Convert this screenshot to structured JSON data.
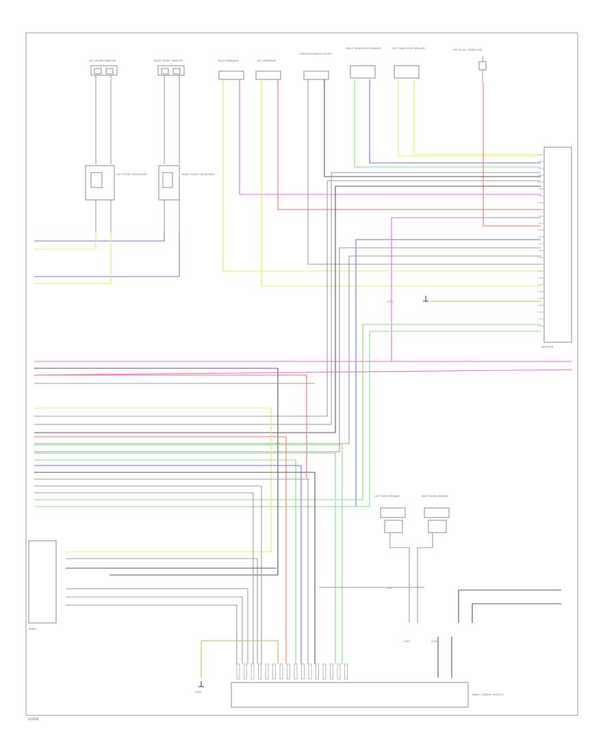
{
  "colors": {
    "frame": "#9a9a9a",
    "blue": "#6a6aff",
    "yellow": "#ecec5a",
    "red": "#ff6a6a",
    "magenta": "#e86ae8",
    "green": "#7ae87a",
    "gray": "#9a9a9a",
    "dark": "#505050",
    "orange": "#d9b24a",
    "violet": "#8a6ad8"
  },
  "page_label": "12/2008",
  "top_components": [
    {
      "id": "lf-tweeter",
      "label": "LEFT FRONT TWEETER"
    },
    {
      "id": "rf-tweeter",
      "label": "RIGHT FRONT TWEETER"
    },
    {
      "id": "rf-midrange",
      "label": "RIGHT MIDRANGE"
    },
    {
      "id": "lf-midrange",
      "label": "LEFT MIDRANGE"
    },
    {
      "id": "center-speaker",
      "label": "CENTER SPEAKER (FRONT)"
    },
    {
      "id": "rr-door-speaker",
      "label": "RIGHT REAR DOOR SPEAKER"
    },
    {
      "id": "lr-door-speaker",
      "label": "LEFT REAR DOOR SPEAKER"
    },
    {
      "id": "power-dist",
      "label": "HOT AT ALL TIMES FUSE"
    }
  ],
  "crossovers": [
    {
      "id": "left-crossover",
      "label": "LEFT FRONT CROSSOVER"
    },
    {
      "id": "right-crossover",
      "label": "RIGHT FRONT CROSSOVER"
    }
  ],
  "right_module_label": "AMPLIFIER",
  "left_module_label": "RADIO",
  "bottom_module_label": "RADIO CONTROL MODULE",
  "rear_speakers": [
    {
      "id": "lr-sub",
      "label": "LEFT REAR SPEAKER"
    },
    {
      "id": "rr-sub",
      "label": "RIGHT REAR SPEAKER"
    }
  ],
  "ground_labels": [
    "G101",
    "G102",
    "G201"
  ],
  "splice_labels": [
    "S201",
    "S202"
  ]
}
